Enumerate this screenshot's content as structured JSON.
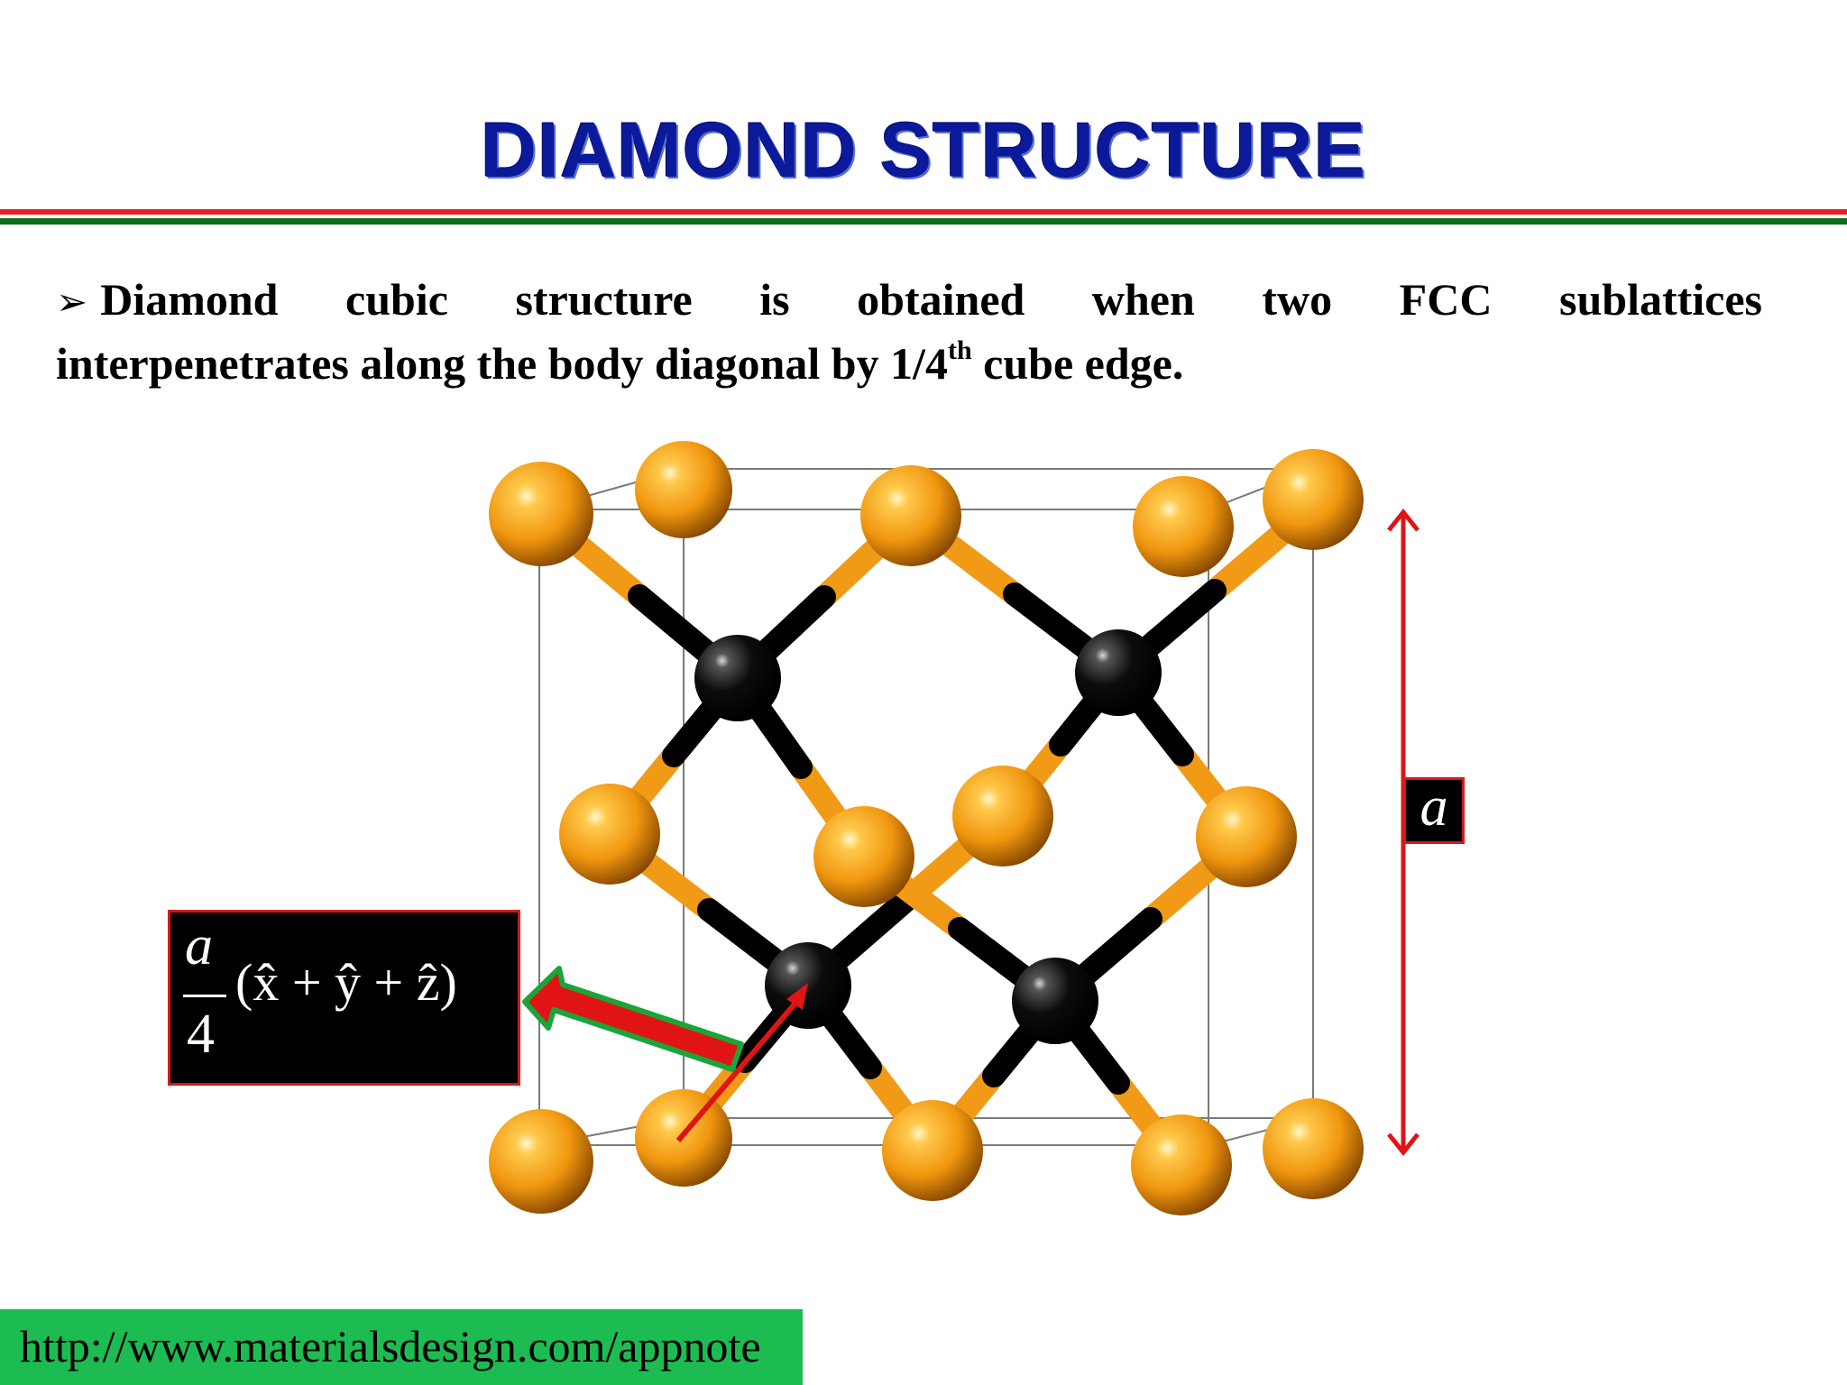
{
  "slide": {
    "title": "DIAMOND STRUCTURE",
    "bullet": {
      "marker": "➢",
      "line1": "Diamond cubic structure is obtained when two FCC sublattices",
      "line2_before_sup": "interpenetrates  along the body diagonal by 1/4",
      "line2_sup": "th",
      "line2_after_sup": " cube edge."
    },
    "formula": {
      "numerator": "a",
      "denominator": "4",
      "expression": "(x̂ + ŷ + ẑ)"
    },
    "lattice_label": "a",
    "footer_url": "http://www.materialsdesign.com/appnote"
  },
  "colors": {
    "title": "#0a1a9a",
    "rule_red": "#e51f1f",
    "rule_green": "#0d6b1a",
    "atom_orange": "#f09a16",
    "atom_black": "#000000",
    "arrow_red": "#e01414",
    "arrow_green_outline": "#1aa53a",
    "footer_bg": "#1dbc52"
  },
  "icons": {
    "bullet": "arrowhead-bullet-icon"
  }
}
